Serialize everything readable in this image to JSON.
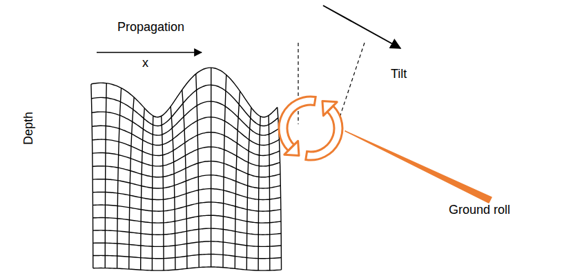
{
  "diagram": {
    "labels": [
      "Propagation",
      "x",
      "Tilt",
      "Depth",
      "Ground roll"
    ]
  }
}
